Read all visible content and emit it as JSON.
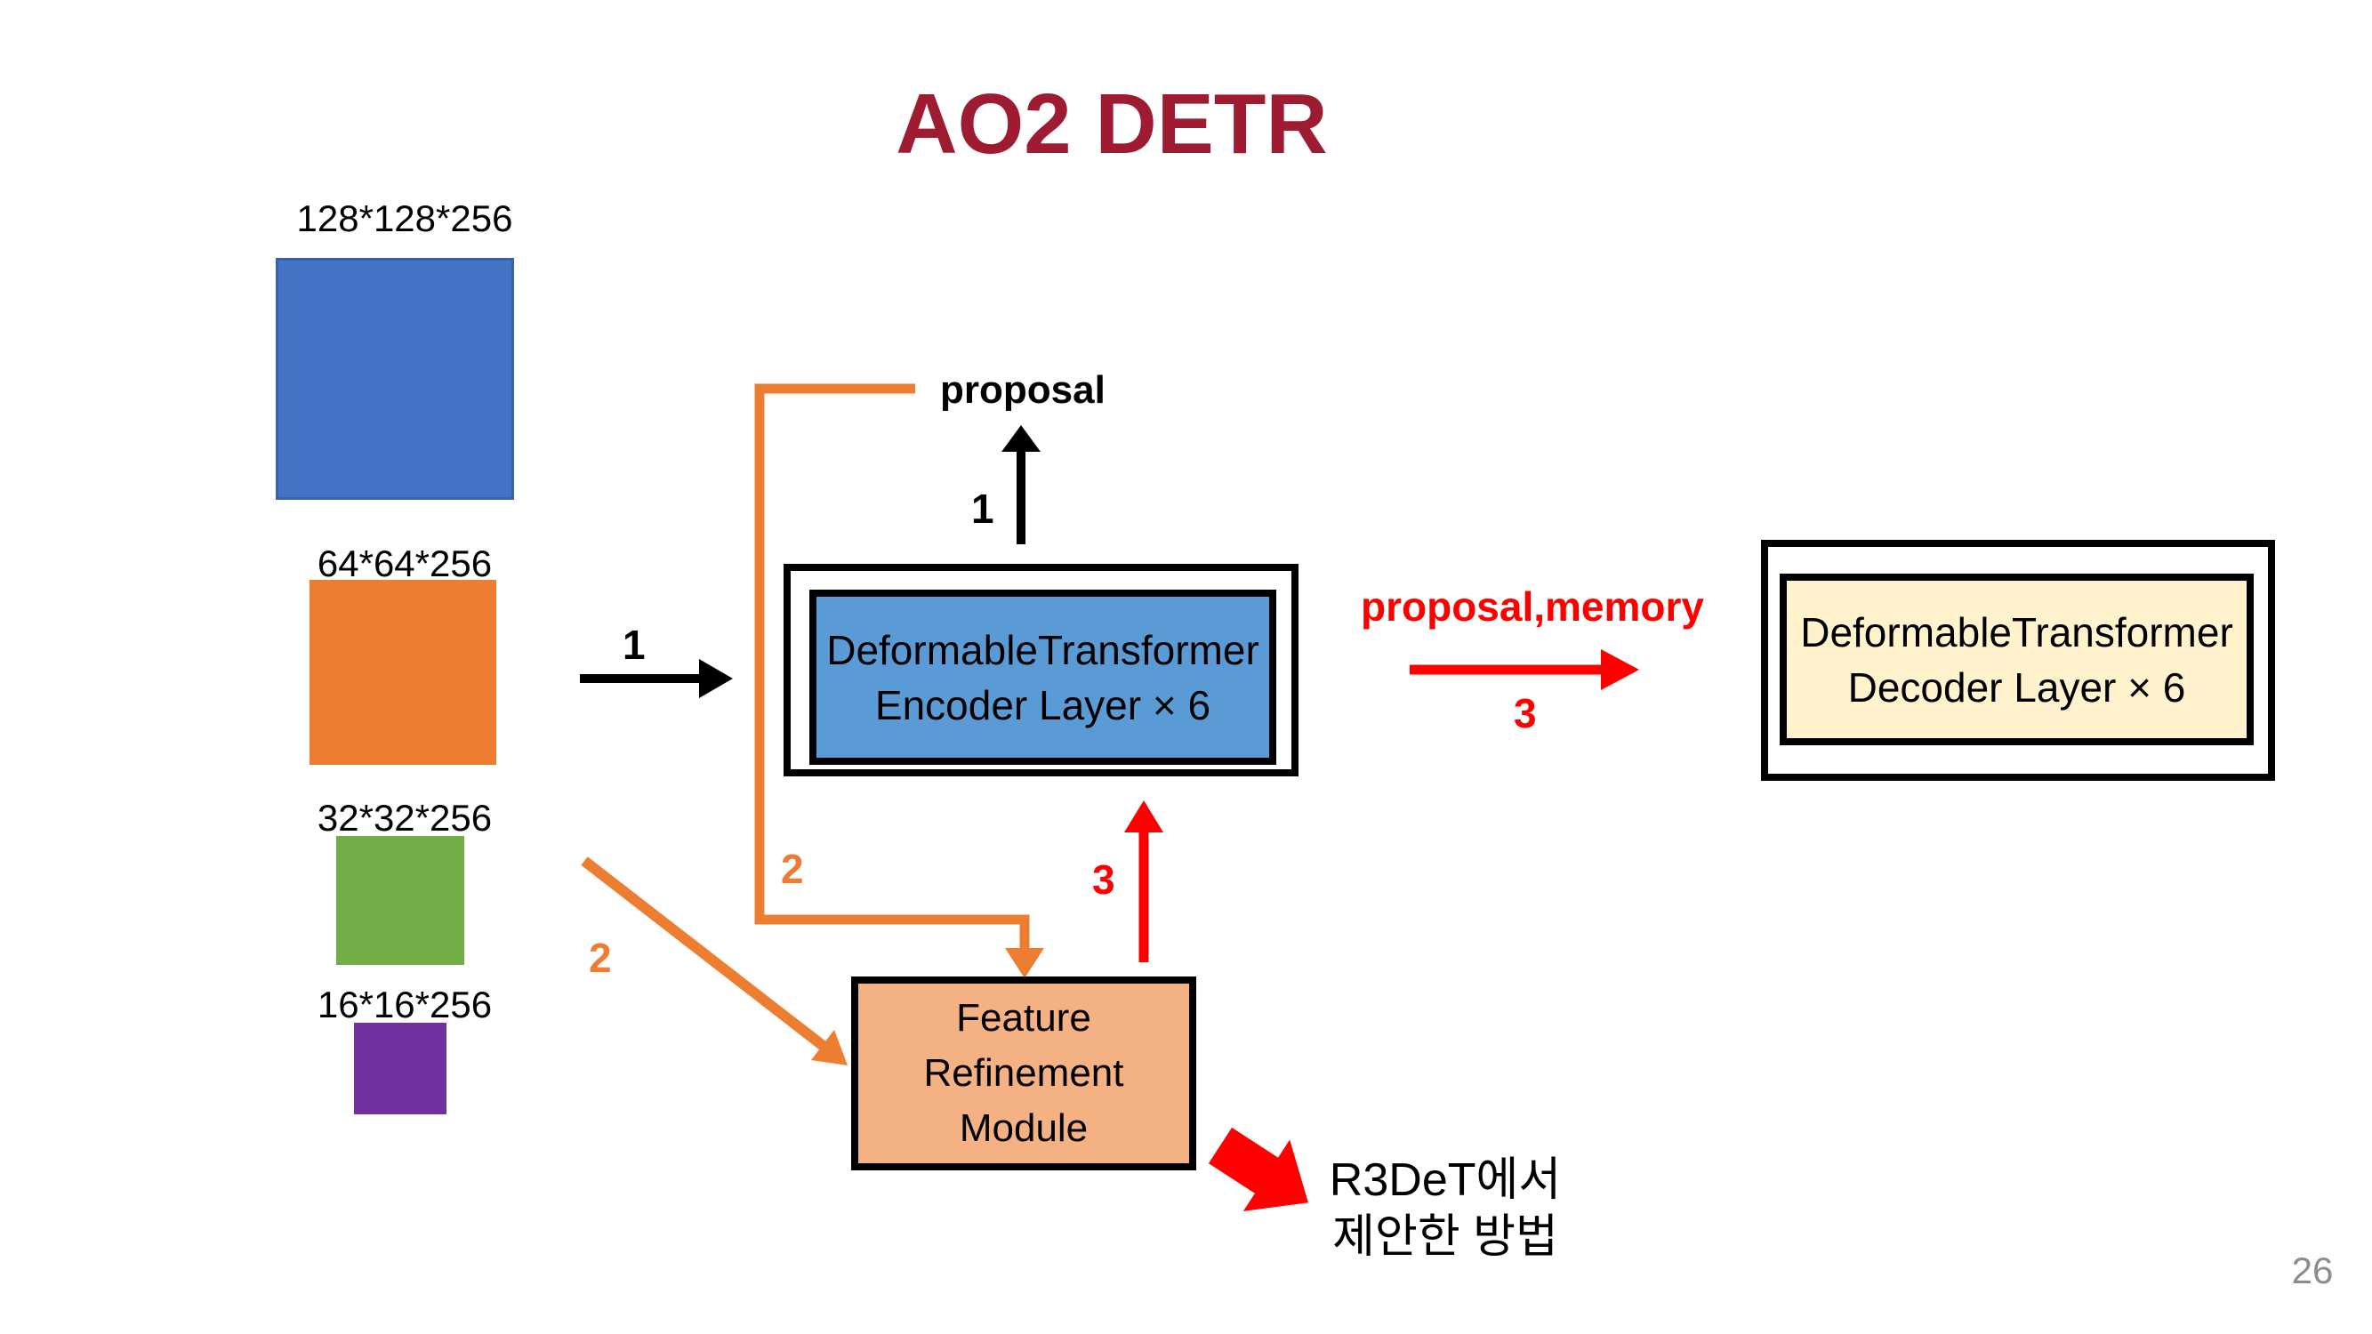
{
  "slide": {
    "title": "AO2 DETR",
    "page_number": "26"
  },
  "css_vars": {
    "title-color": "#9E1B32",
    "orange": "#ED7D31",
    "red": "#FF0000",
    "page-num": "#8C8C8C"
  },
  "feature_maps": [
    {
      "label": "128*128*256",
      "color": "#4472C4"
    },
    {
      "label": "64*64*256",
      "color": "#ED7D31"
    },
    {
      "label": "32*32*256",
      "color": "#70AD47"
    },
    {
      "label": "16*16*256",
      "color": "#7030A0"
    }
  ],
  "modules": {
    "encoder": {
      "line1": "DeformableTransformer",
      "line2": "Encoder Layer × 6",
      "fill": "#5B9BD5"
    },
    "decoder": {
      "line1": "DeformableTransformer",
      "line2": "Decoder Layer × 6",
      "fill": "#FFF2CC"
    },
    "frm": {
      "line1": "Feature",
      "line2": "Refinement",
      "line3": "Module",
      "fill": "#F4B183"
    }
  },
  "labels": {
    "proposal": "proposal",
    "proposal_memory": "proposal,memory",
    "step1_encoder_input": "1",
    "step1_proposal_output": "1",
    "step2_elbow": "2",
    "step2_diagonal": "2",
    "step3_refined_up": "3",
    "step3_to_decoder": "3",
    "annotation_line1": "R3DeT에서",
    "annotation_line2": "제안한 방법"
  }
}
